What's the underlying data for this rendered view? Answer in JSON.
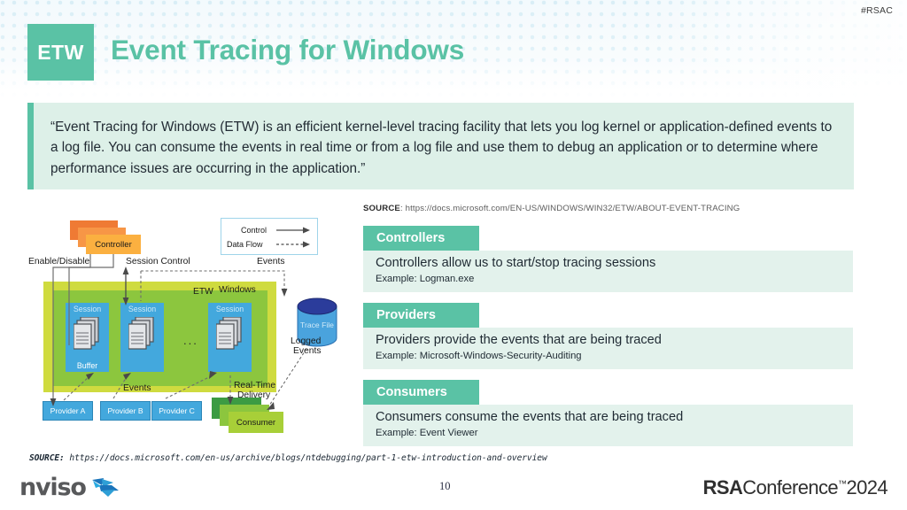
{
  "header": {
    "hashtag": "#RSAC",
    "badge": "ETW",
    "title": "Event Tracing for Windows"
  },
  "quote": {
    "text": "“Event Tracing for Windows (ETW) is an efficient kernel-level tracing facility that lets you log kernel or application-defined events to a log file. You can consume the events in real time or from a log file and use them to debug an application or to determine where performance issues are occurring in the application.”"
  },
  "source_top": {
    "label": "SOURCE",
    "separator": ": ",
    "url": "https://docs.microsoft.com/EN-US/WINDOWS/WIN32/ETW/ABOUT-EVENT-TRACING"
  },
  "source_bottom": {
    "label": "SOURCE:",
    "url": "https://docs.microsoft.com/en-us/archive/blogs/ntdebugging/part-1-etw-introduction-and-overview"
  },
  "categories": [
    {
      "tab": "Controllers",
      "description": "Controllers allow us to start/stop tracing sessions",
      "example": "Example: Logman.exe"
    },
    {
      "tab": "Providers",
      "description": "Providers provide the events that are being traced",
      "example": "Example: Microsoft-Windows-Security-Auditing"
    },
    {
      "tab": "Consumers",
      "description": "Consumers consume the events that are being traced",
      "example": "Example: Event Viewer"
    }
  ],
  "diagram": {
    "legend": {
      "control": "Control",
      "data_flow": "Data Flow"
    },
    "controller": "Controller",
    "labels": {
      "enable_disable": "Enable/Disable",
      "session_control": "Session Control",
      "events_top": "Events",
      "windows": "Windows",
      "etw": "ETW",
      "buffer": "Buffer",
      "ellipsis": "...",
      "events_bottom": "Events",
      "realtime": "Real-Time",
      "delivery": "Delivery",
      "logged": "Logged",
      "events_logged": "Events"
    },
    "sessions": [
      "Session",
      "Session",
      "Session"
    ],
    "providers": [
      "Provider A",
      "Provider B",
      "Provider C"
    ],
    "trace_file": "Trace File",
    "consumer": "Consumer"
  },
  "footer": {
    "brand": "nviso",
    "page_number": "10",
    "conference_prefix": "RSA",
    "conference_mid": "Conference",
    "conference_tm": "™",
    "conference_year": "2024"
  },
  "colors": {
    "accent_teal": "#5ac2a5",
    "quote_bg": "#ddf0e8",
    "panel_bg": "#e3f2ec",
    "windows_green": "#cfdb3f",
    "etw_green": "#8cc63e",
    "session_blue": "#43a8dd",
    "controller_orange": "#fbb040",
    "consumer_green": "#a8cf38",
    "trace_blue": "#2b3c9b"
  }
}
